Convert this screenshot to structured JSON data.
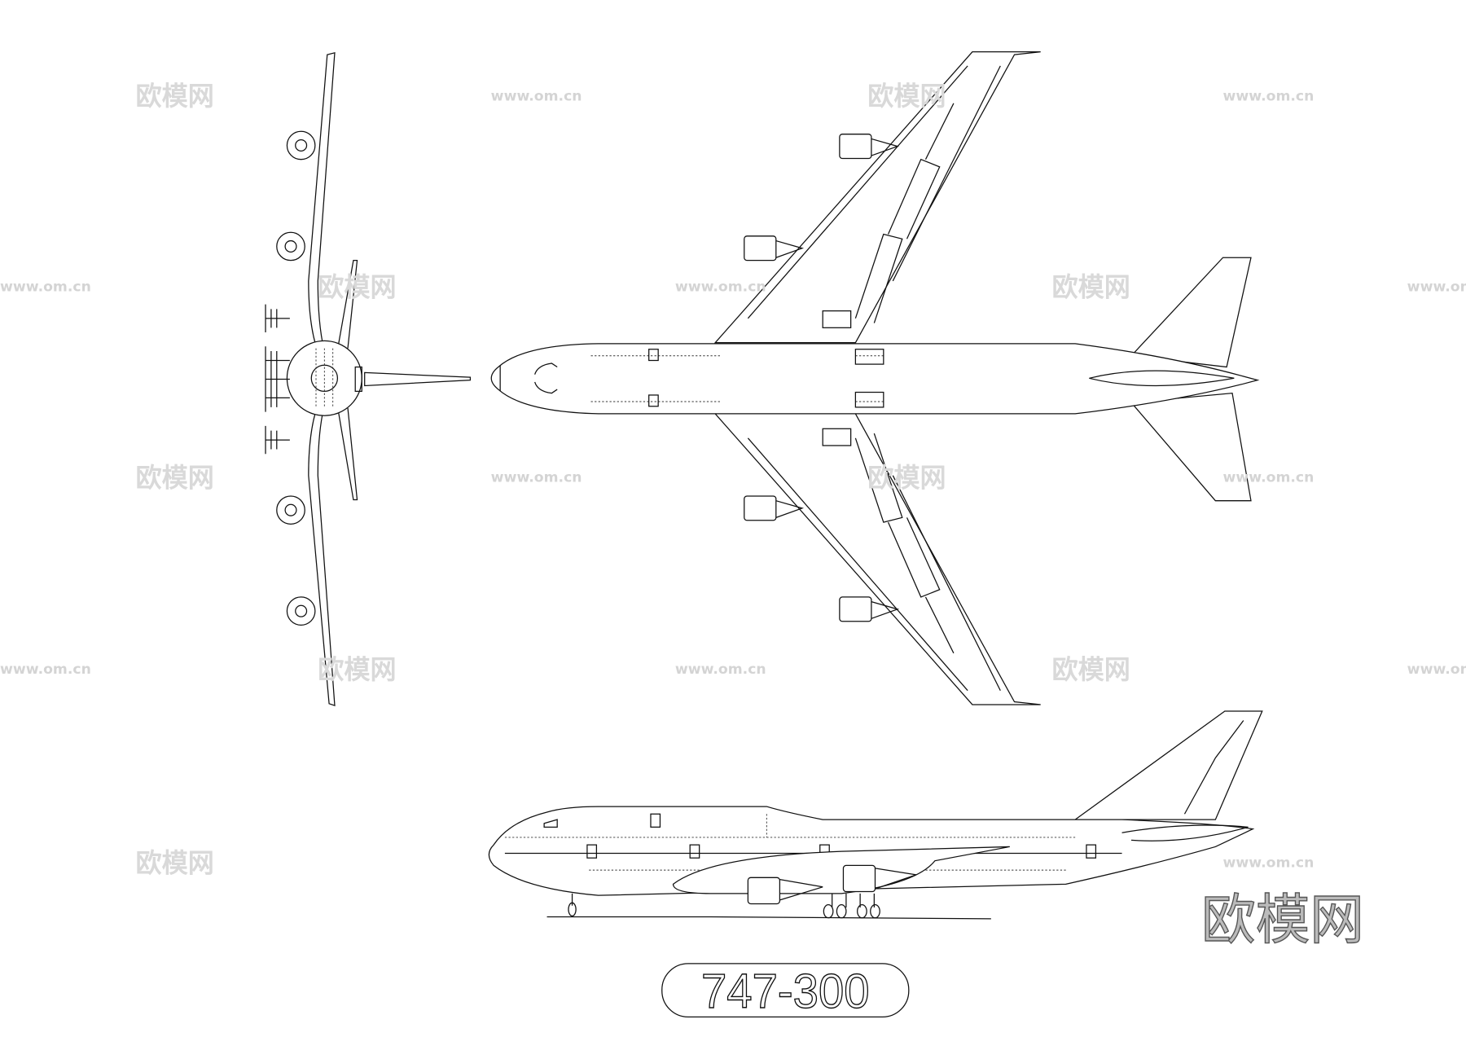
{
  "drawing": {
    "model_label": "747-300",
    "views": [
      "front-view",
      "top-view",
      "side-view"
    ]
  },
  "watermarks": {
    "brand_text": "欧模网",
    "url_text": "www.om.cn",
    "logo_text": "欧模网"
  },
  "colors": {
    "line": "#111111",
    "watermark": "#d9d9d9",
    "background": "#ffffff"
  }
}
